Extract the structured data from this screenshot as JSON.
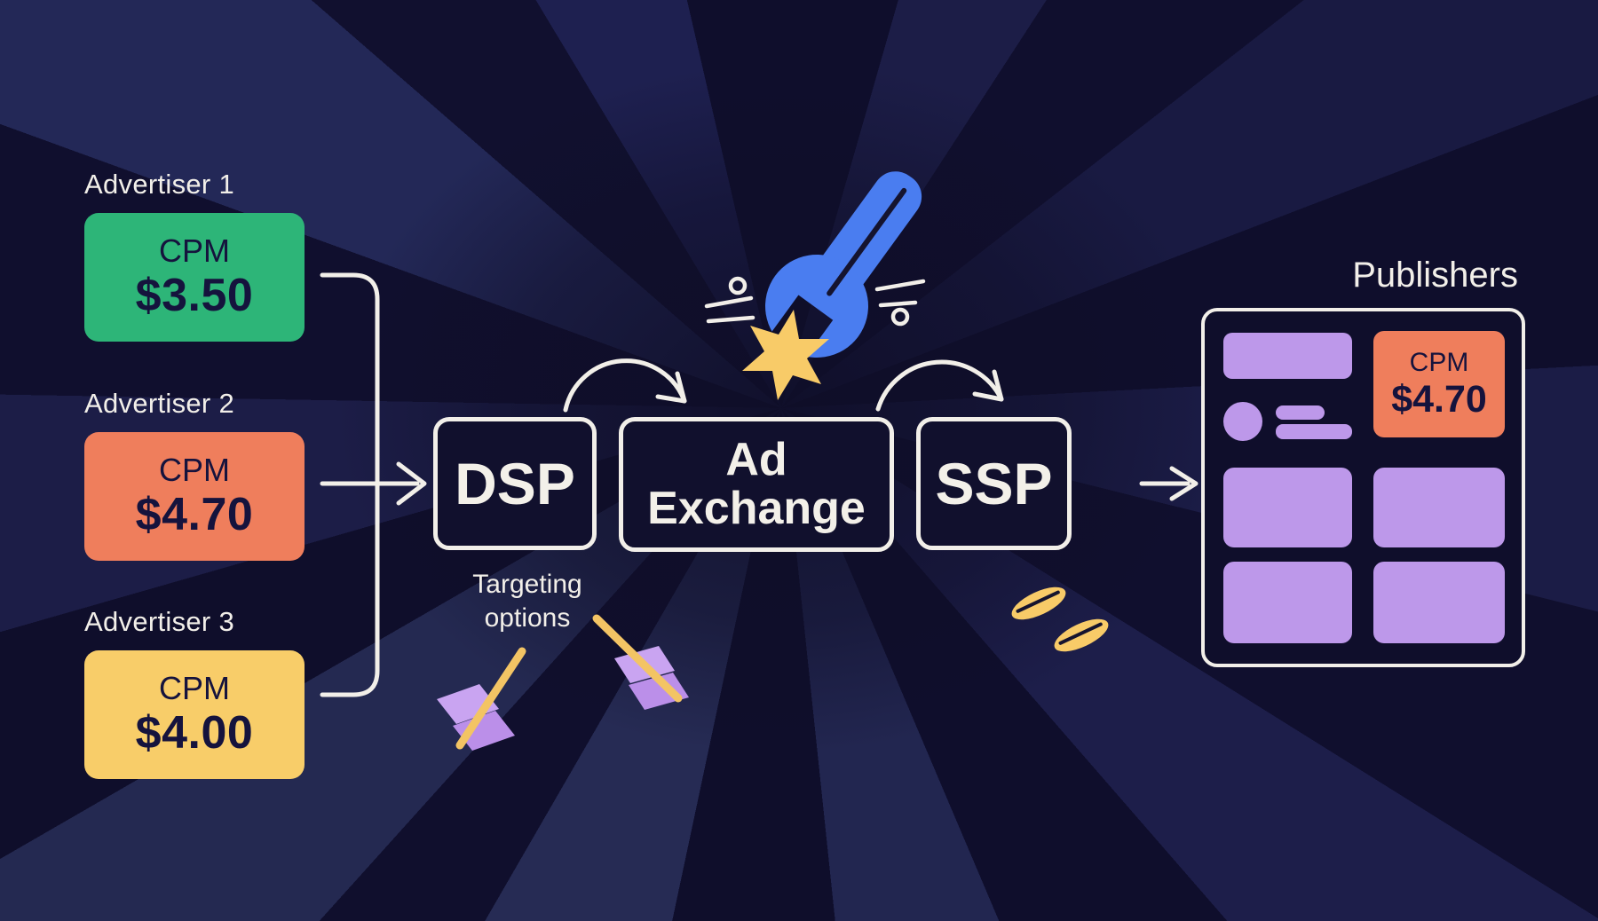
{
  "advertisers": [
    {
      "label": "Advertiser 1",
      "cpm_label": "CPM",
      "cpm_value": "$3.50",
      "color": "#2db578"
    },
    {
      "label": "Advertiser 2",
      "cpm_label": "CPM",
      "cpm_value": "$4.70",
      "color": "#ef7e5c"
    },
    {
      "label": "Advertiser 3",
      "cpm_label": "CPM",
      "cpm_value": "$4.00",
      "color": "#f8cd69"
    }
  ],
  "flow": {
    "dsp_label": "DSP",
    "ad_exchange_label": "Ad Exchange",
    "ssp_label": "SSP",
    "targeting_note": "Targeting options"
  },
  "publishers": {
    "title": "Publishers",
    "winning_bid": {
      "cpm_label": "CPM",
      "cpm_value": "$4.70"
    }
  },
  "icons": {
    "wrench": "wrench-icon",
    "star": "star-burst-icon",
    "darts": "targeting-dart-icon",
    "coins": "coins-icon",
    "sparkles": "sparkle-lines-icon"
  },
  "colors": {
    "background_dark": "#0f0e2c",
    "background_ray_light": "#232857",
    "stroke_cream": "#f2efe9",
    "advertiser_green": "#2db578",
    "advertiser_orange": "#ef7e5c",
    "advertiser_yellow": "#f8cd69",
    "publisher_purple": "#bd98ea",
    "wrench_blue": "#4a7df0",
    "coin_gold": "#f8cb68",
    "text_navy": "#15133d"
  }
}
